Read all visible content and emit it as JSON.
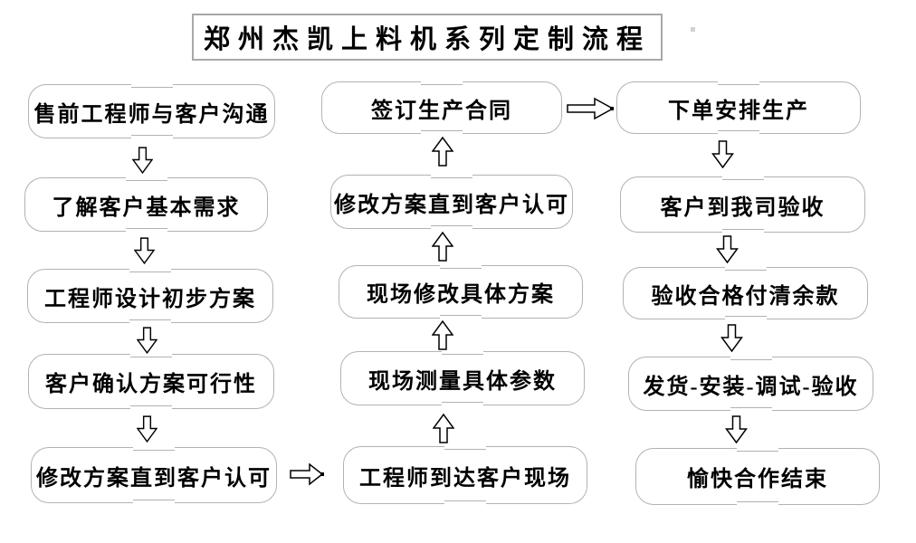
{
  "title": {
    "text": "郑州杰凯上料机系列定制流程"
  },
  "flow": {
    "left_column": {
      "direction": "down",
      "boxes": [
        "售前工程师与客户沟通",
        "了解客户基本需求",
        "工程师设计初步方案",
        "客户确认方案可行性",
        "修改方案直到客户认可"
      ]
    },
    "middle_column": {
      "direction": "up",
      "boxes": [
        "签订生产合同",
        "修改方案直到客户认可",
        "现场修改具体方案",
        "现场测量具体参数",
        "工程师到达客户现场"
      ]
    },
    "right_column": {
      "direction": "down",
      "boxes": [
        "下单安排生产",
        "客户到我司验收",
        "验收合格付清余款",
        "发货-安装-调试-验收",
        "愉快合作结束"
      ]
    },
    "connectors": {
      "left_to_middle": {
        "from": "修改方案直到客户认可",
        "to": "工程师到达客户现场",
        "direction": "right"
      },
      "middle_to_right": {
        "from": "签订生产合同",
        "to": "下单安排生产",
        "direction": "right"
      }
    }
  },
  "colors": {
    "background": "#ffffff",
    "text": "#000000",
    "box_border": "#b2b2b2",
    "title_border": "#a8a8a8",
    "arrow_outline": "#000000",
    "arrow_fill": "#ffffff"
  }
}
